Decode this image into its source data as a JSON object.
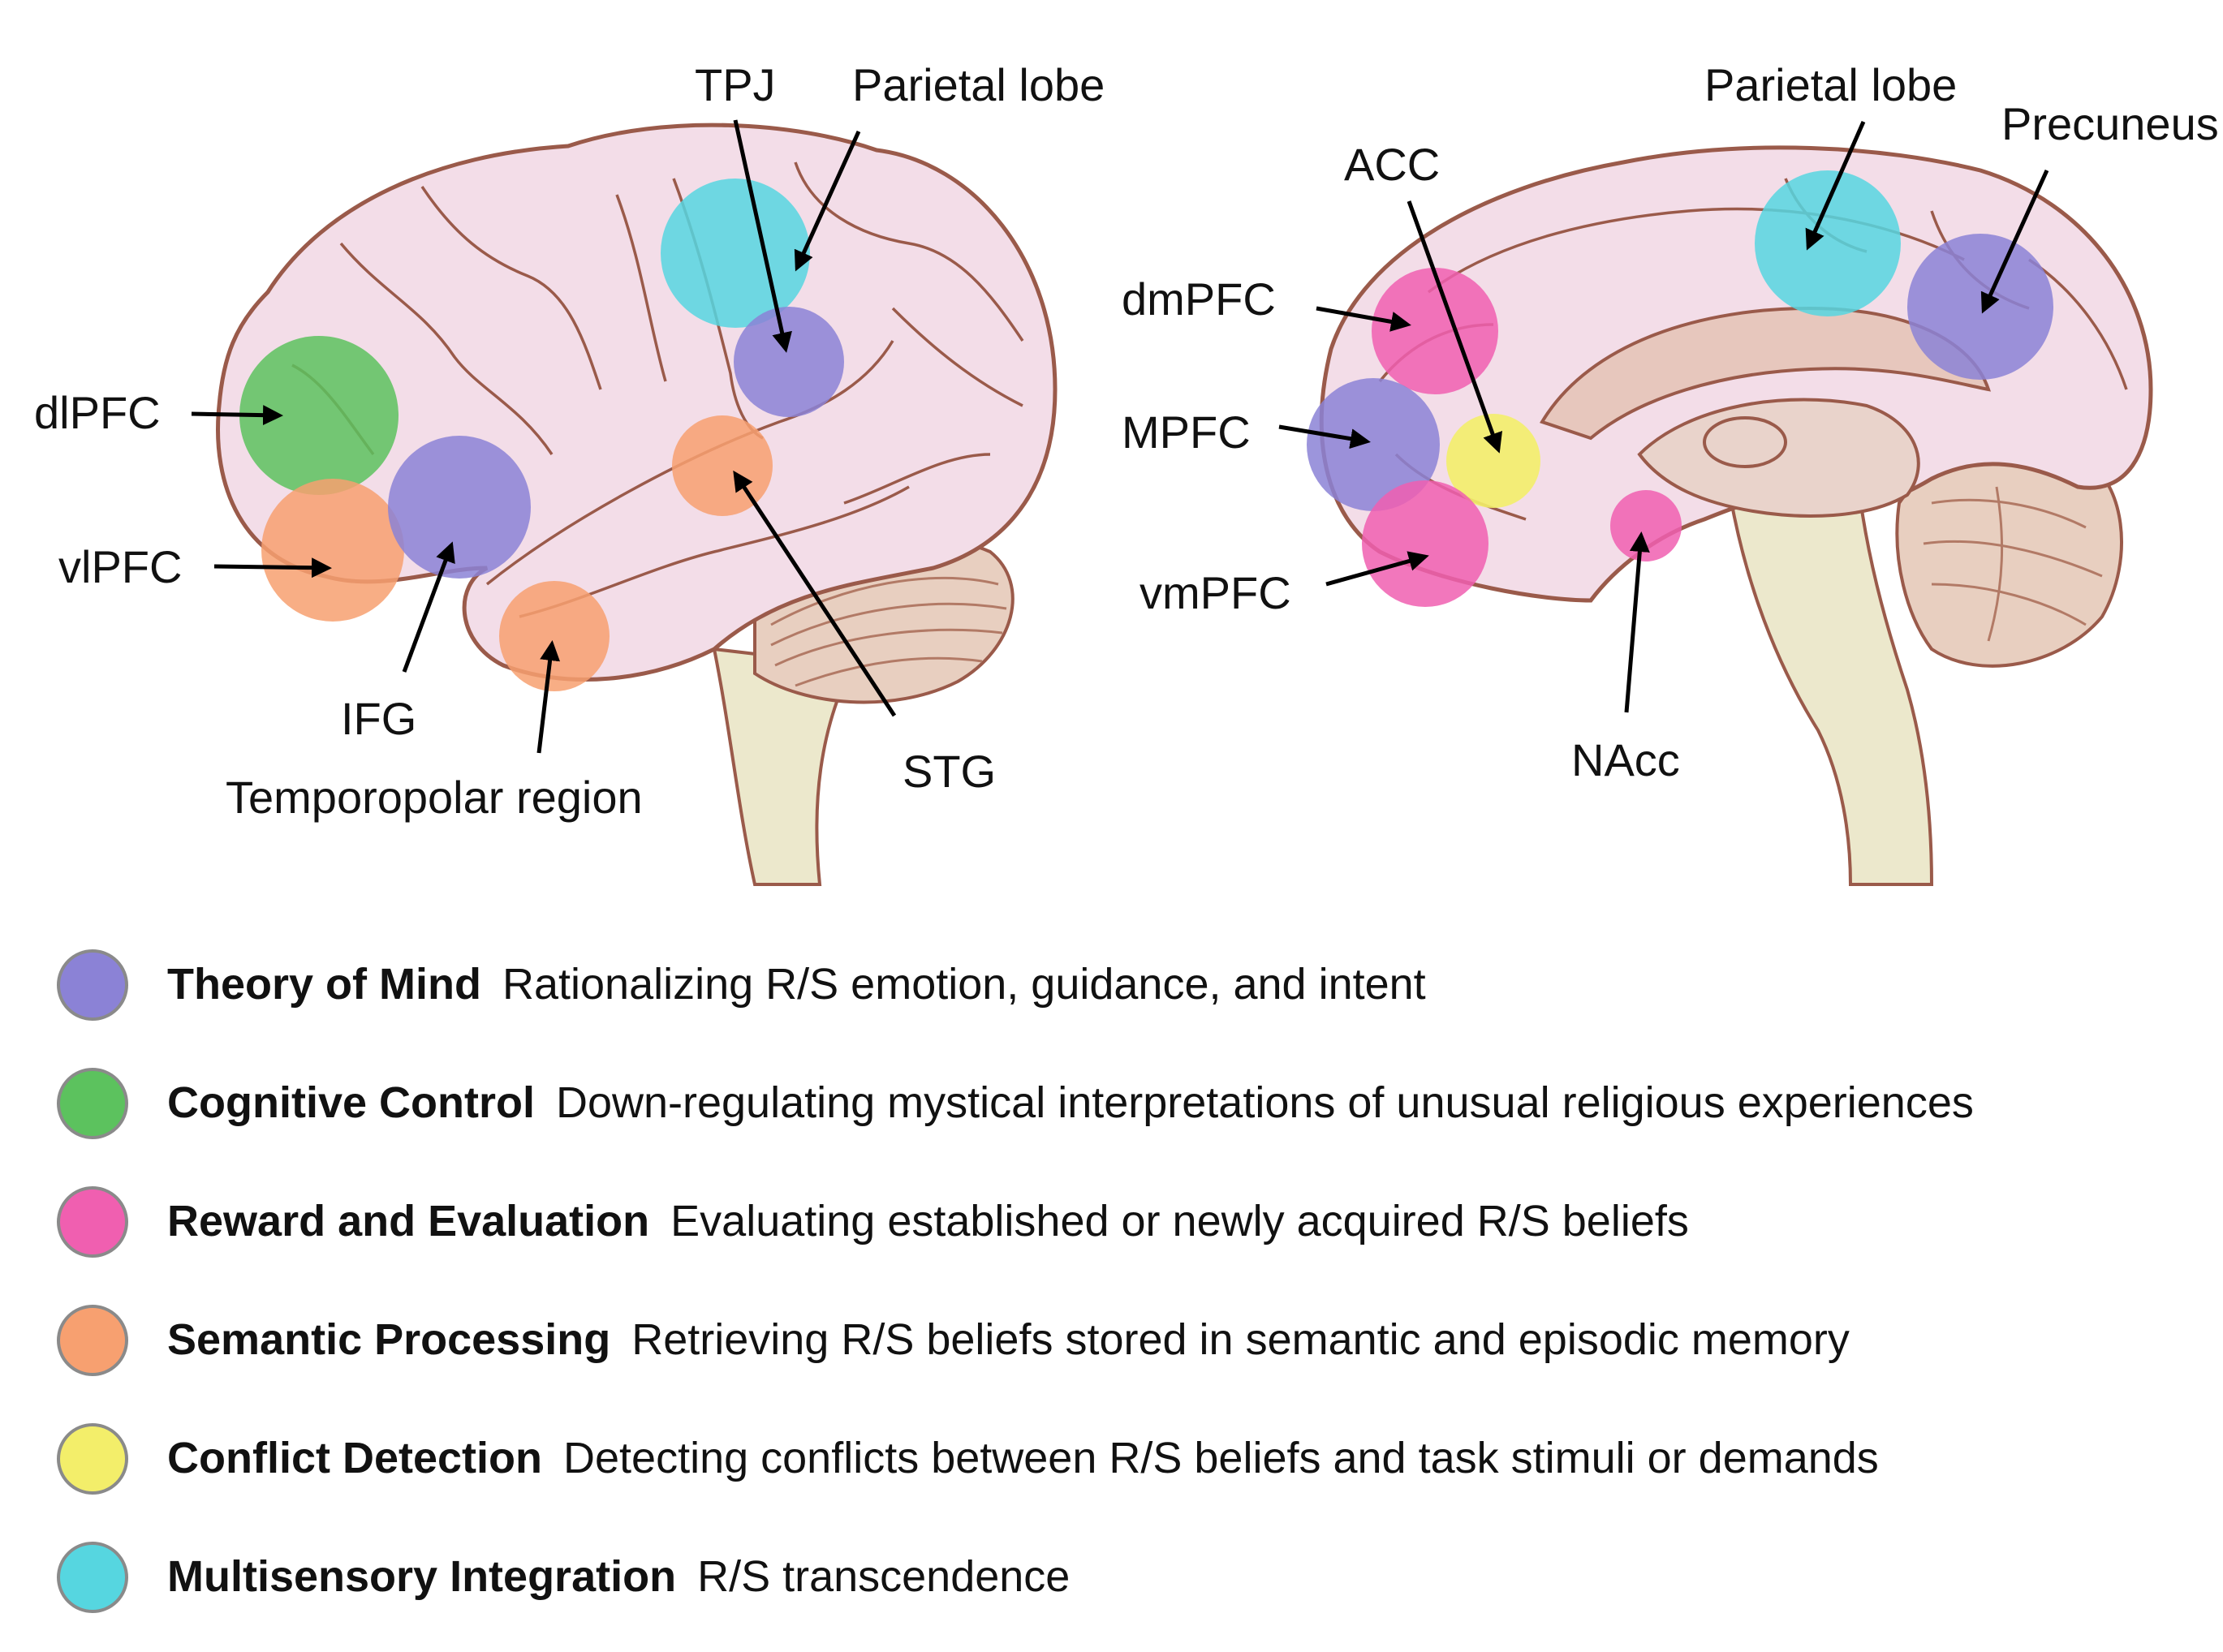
{
  "colors": {
    "theory_of_mind": "#8b82d6",
    "cognitive_control": "#5cc25e",
    "reward_and_evaluation": "#f05fb0",
    "semantic_processing": "#f7a070",
    "conflict_detection": "#f3ee6a",
    "multisensory_integration": "#56d6e0",
    "brain_fill": "#f3dde8",
    "brain_outline": "#9a5a4a",
    "brainstem": "#ece8cc",
    "cerebellum": "#e8cfc0"
  },
  "lateral_view": {
    "labels": {
      "tpj": "TPJ",
      "parietal_lobe": "Parietal lobe",
      "dlpfc": "dlPFC",
      "vlpfc": "vlPFC",
      "ifg": "IFG",
      "temporopolar": "Temporopolar region",
      "stg": "STG"
    }
  },
  "medial_view": {
    "labels": {
      "parietal_lobe": "Parietal lobe",
      "precuneus": "Precuneus",
      "acc": "ACC",
      "dmpfc": "dmPFC",
      "mpfc": "MPFC",
      "vmpfc": "vmPFC",
      "nacc": "NAcc"
    }
  },
  "legend": [
    {
      "name": "Theory of Mind",
      "description": "Rationalizing R/S emotion, guidance, and intent",
      "color": "#8b82d6"
    },
    {
      "name": "Cognitive Control",
      "description": "Down-regulating mystical interpretations of unusual religious experiences",
      "color": "#5cc25e"
    },
    {
      "name": "Reward and Evaluation",
      "description": "Evaluating established or newly acquired R/S beliefs",
      "color": "#f05fb0"
    },
    {
      "name": "Semantic Processing",
      "description": "Retrieving R/S beliefs stored in semantic and episodic memory",
      "color": "#f7a070"
    },
    {
      "name": "Conflict Detection",
      "description": "Detecting conflicts between R/S beliefs and task stimuli or demands",
      "color": "#f3ee6a"
    },
    {
      "name": "Multisensory Integration",
      "description": "R/S transcendence",
      "color": "#56d6e0"
    }
  ]
}
